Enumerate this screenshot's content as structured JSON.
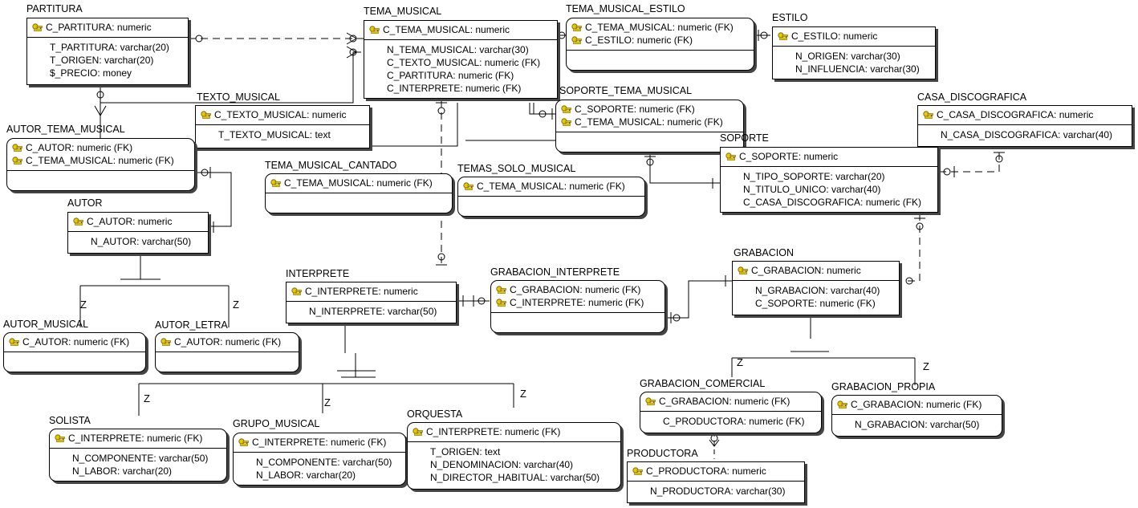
{
  "entities": {
    "partitura": {
      "name": "PARTITURA",
      "pk": [
        "C_PARTITURA: numeric"
      ],
      "attrs": [
        "T_PARTITURA: varchar(20)",
        "T_ORIGEN: varchar(20)",
        "$_PRECIO: money"
      ]
    },
    "tema_musical": {
      "name": "TEMA_MUSICAL",
      "pk": [
        "C_TEMA_MUSICAL: numeric"
      ],
      "attrs": [
        "N_TEMA_MUSICAL: varchar(30)",
        "C_TEXTO_MUSICAL: numeric (FK)",
        "C_PARTITURA: numeric (FK)",
        "C_INTERPRETE: numeric (FK)"
      ]
    },
    "tema_musical_estilo": {
      "name": "TEMA_MUSICAL_ESTILO",
      "pk": [
        "C_TEMA_MUSICAL: numeric (FK)",
        "C_ESTILO: numeric (FK)"
      ],
      "attrs": []
    },
    "estilo": {
      "name": "ESTILO",
      "pk": [
        "C_ESTILO: numeric"
      ],
      "attrs": [
        "N_ORIGEN: varchar(30)",
        "N_INFLUENCIA: varchar(30)"
      ]
    },
    "texto_musical": {
      "name": "TEXTO_MUSICAL",
      "pk": [
        "C_TEXTO_MUSICAL: numeric"
      ],
      "attrs": [
        "T_TEXTO_MUSICAL: text"
      ]
    },
    "autor_tema_musical": {
      "name": "AUTOR_TEMA_MUSICAL",
      "pk": [
        "C_AUTOR: numeric (FK)",
        "C_TEMA_MUSICAL: numeric (FK)"
      ],
      "attrs": []
    },
    "soporte_tema_musical": {
      "name": "SOPORTE_TEMA_MUSICAL",
      "pk": [
        "C_SOPORTE: numeric (FK)",
        "C_TEMA_MUSICAL: numeric (FK)"
      ],
      "attrs": []
    },
    "casa_discografica": {
      "name": "CASA_DISCOGRAFICA",
      "pk": [
        "C_CASA_DISCOGRAFICA: numeric"
      ],
      "attrs": [
        "N_CASA_DISCOGRAFICA: varchar(40)"
      ]
    },
    "soporte": {
      "name": "SOPORTE",
      "pk": [
        "C_SOPORTE: numeric"
      ],
      "attrs": [
        "N_TIPO_SOPORTE: varchar(20)",
        "N_TITULO_UNICO: varchar(40)",
        "C_CASA_DISCOGRAFICA: numeric (FK)"
      ]
    },
    "tema_musical_cantado": {
      "name": "TEMA_MUSICAL_CANTADO",
      "pk": [
        "C_TEMA_MUSICAL: numeric (FK)"
      ],
      "attrs": []
    },
    "temas_solo_musical": {
      "name": "TEMAS_SOLO_MUSICAL",
      "pk": [
        "C_TEMA_MUSICAL: numeric (FK)"
      ],
      "attrs": []
    },
    "autor": {
      "name": "AUTOR",
      "pk": [
        "C_AUTOR: numeric"
      ],
      "attrs": [
        "N_AUTOR: varchar(50)"
      ]
    },
    "interprete": {
      "name": "INTERPRETE",
      "pk": [
        "C_INTERPRETE: numeric"
      ],
      "attrs": [
        "N_INTERPRETE: varchar(50)"
      ]
    },
    "grabacion_interprete": {
      "name": "GRABACION_INTERPRETE",
      "pk": [
        "C_GRABACION: numeric (FK)",
        "C_INTERPRETE: numeric (FK)"
      ],
      "attrs": []
    },
    "grabacion": {
      "name": "GRABACION",
      "pk": [
        "C_GRABACION: numeric"
      ],
      "attrs": [
        "N_GRABACION: varchar(40)",
        "C_SOPORTE: numeric (FK)"
      ]
    },
    "autor_musical": {
      "name": "AUTOR_MUSICAL",
      "pk": [
        "C_AUTOR: numeric (FK)"
      ],
      "attrs": []
    },
    "autor_letra": {
      "name": "AUTOR_LETRA",
      "pk": [
        "C_AUTOR: numeric (FK)"
      ],
      "attrs": []
    },
    "grabacion_comercial": {
      "name": "GRABACION_COMERCIAL",
      "pk": [
        "C_GRABACION: numeric (FK)"
      ],
      "attrs": [
        "C_PRODUCTORA: numeric (FK)"
      ]
    },
    "grabacion_propia": {
      "name": "GRABACION_PROPIA",
      "pk": [
        "C_GRABACION: numeric (FK)"
      ],
      "attrs": [
        "N_GRABACION: varchar(50)"
      ]
    },
    "solista": {
      "name": "SOLISTA",
      "pk": [
        "C_INTERPRETE: numeric (FK)"
      ],
      "attrs": [
        "N_COMPONENTE: varchar(50)",
        "N_LABOR: varchar(20)"
      ]
    },
    "grupo_musical": {
      "name": "GRUPO_MUSICAL",
      "pk": [
        "C_INTERPRETE: numeric (FK)"
      ],
      "attrs": [
        "N_COMPONENTE: varchar(50)",
        "N_LABOR: varchar(20)"
      ]
    },
    "orquesta": {
      "name": "ORQUESTA",
      "pk": [
        "C_INTERPRETE: numeric (FK)"
      ],
      "attrs": [
        "T_ORIGEN: text",
        "N_DENOMINACION: varchar(40)",
        "N_DIRECTOR_HABITUAL: varchar(50)"
      ]
    },
    "productora": {
      "name": "PRODUCTORA",
      "pk": [
        "C_PRODUCTORA: numeric"
      ],
      "attrs": [
        "N_PRODUCTORA: varchar(30)"
      ]
    }
  },
  "subtype_label": "Z",
  "colors": {
    "line": "#000000",
    "key_gold": "#e8c800",
    "key_outline": "#6b5a00",
    "shadow": "#444444"
  }
}
